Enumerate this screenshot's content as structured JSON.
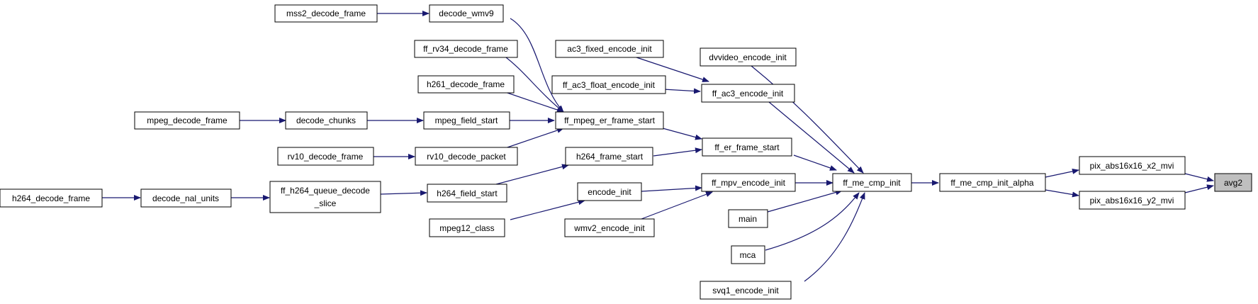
{
  "colors": {
    "edge": "#191970",
    "node_fill": "#ffffff",
    "node_border": "#000000",
    "highlight_fill": "#bfbfbf"
  },
  "nodes": {
    "mss2": "mss2_decode_frame",
    "wmv9": "decode_wmv9",
    "rv34": "ff_rv34_decode_frame",
    "h261": "h261_decode_frame",
    "mpegdec": "mpeg_decode_frame",
    "chunks": "decode_chunks",
    "fieldstart": "mpeg_field_start",
    "rv10frame": "rv10_decode_frame",
    "rv10packet": "rv10_decode_packet",
    "h264dec": "h264_decode_frame",
    "nal": "decode_nal_units",
    "queue1": "ff_h264_queue_decode",
    "queue2": "_slice",
    "h264field": "h264_field_start",
    "h264frame": "h264_frame_start",
    "ac3fixed": "ac3_fixed_encode_init",
    "ac3float": "ff_ac3_float_encode_init",
    "ac3enc": "ff_ac3_encode_init",
    "mpegerf": "ff_mpeg_er_frame_start",
    "erframe": "ff_er_frame_start",
    "dvvideo": "dvvideo_encode_init",
    "encinit": "encode_init",
    "mpeg12": "mpeg12_class",
    "mpvenc": "ff_mpv_encode_init",
    "wmv2": "wmv2_encode_init",
    "main": "main",
    "mca": "mca",
    "svq1": "svq1_encode_init",
    "mecmp": "ff_me_cmp_init",
    "alpha": "ff_me_cmp_init_alpha",
    "x2": "pix_abs16x16_x2_mvi",
    "y2": "pix_abs16x16_y2_mvi",
    "avg2": "avg2"
  }
}
